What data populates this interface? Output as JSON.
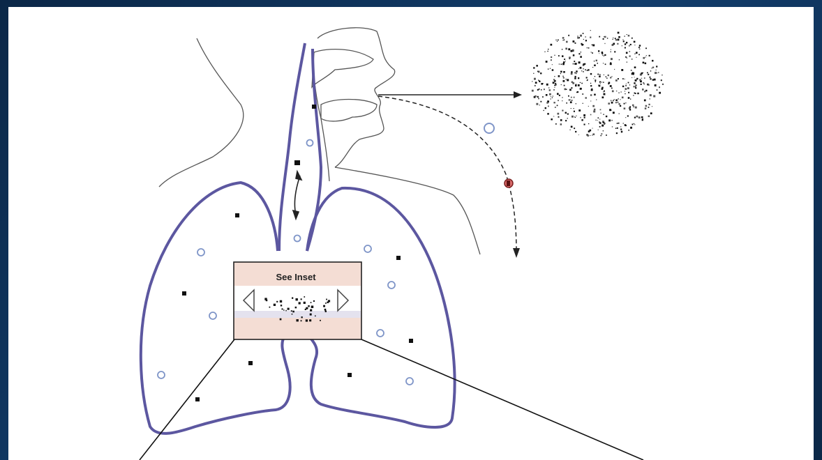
{
  "diagram": {
    "inset": {
      "label": "See Inset"
    },
    "colors": {
      "lung_outline": "#5c57a0",
      "airway_outline": "#5c57a0",
      "head_outline": "#555555",
      "inset_fill": "#f4ddd4",
      "inset_band": "#e7e2ee",
      "open_particle": "#7f95c8",
      "filled_particle": "#111111",
      "red_particle": "#b02a2a",
      "background_frame": "#0d2a4e"
    },
    "legend_symbols": [
      "open-circle-particle",
      "filled-square-particle"
    ]
  }
}
